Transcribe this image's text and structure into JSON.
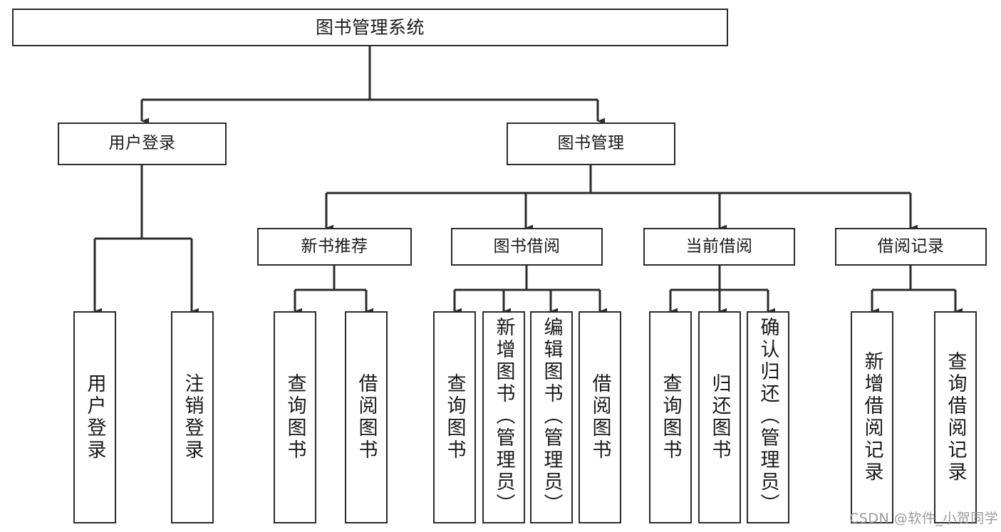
{
  "diagram": {
    "type": "tree-hierarchy",
    "title": "图书管理系统",
    "root": {
      "id": "root",
      "label": "图书管理系统"
    },
    "level2": [
      {
        "id": "user-login",
        "label": "用户登录"
      },
      {
        "id": "book-manage",
        "label": "图书管理"
      }
    ],
    "level3": [
      {
        "id": "new-book-recommend",
        "label": "新书推荐",
        "parent": "book-manage"
      },
      {
        "id": "book-borrow",
        "label": "图书借阅",
        "parent": "book-manage"
      },
      {
        "id": "current-borrow",
        "label": "当前借阅",
        "parent": "book-manage"
      },
      {
        "id": "borrow-record",
        "label": "借阅记录",
        "parent": "book-manage"
      }
    ],
    "leaves": {
      "user-login": [
        {
          "id": "leaf-user-login",
          "label": "用户登录"
        },
        {
          "id": "leaf-logout",
          "label": "注销登录"
        }
      ],
      "new-book-recommend": [
        {
          "id": "leaf-query-book-1",
          "label": "查询图书"
        },
        {
          "id": "leaf-borrow-book-1",
          "label": "借阅图书"
        }
      ],
      "book-borrow": [
        {
          "id": "leaf-query-book-2",
          "label": "查询图书"
        },
        {
          "id": "leaf-add-book",
          "label": "新增图书（管理员）"
        },
        {
          "id": "leaf-edit-book",
          "label": "编辑图书（管理员）"
        },
        {
          "id": "leaf-borrow-book-2",
          "label": "借阅图书"
        }
      ],
      "current-borrow": [
        {
          "id": "leaf-query-book-3",
          "label": "查询图书"
        },
        {
          "id": "leaf-return-book",
          "label": "归还图书"
        },
        {
          "id": "leaf-confirm-return",
          "label": "确认归还（管理员）"
        }
      ],
      "borrow-record": [
        {
          "id": "leaf-add-record",
          "label": "新增借阅记录"
        },
        {
          "id": "leaf-query-record",
          "label": "查询借阅记录"
        }
      ]
    },
    "colors": {
      "stroke": "#2b2b2b",
      "fill": "#ffffff",
      "text": "#1a1a1a",
      "watermark": "#9a9a9a"
    }
  },
  "watermark": {
    "text": "CSDN @软件_小贺同学"
  }
}
